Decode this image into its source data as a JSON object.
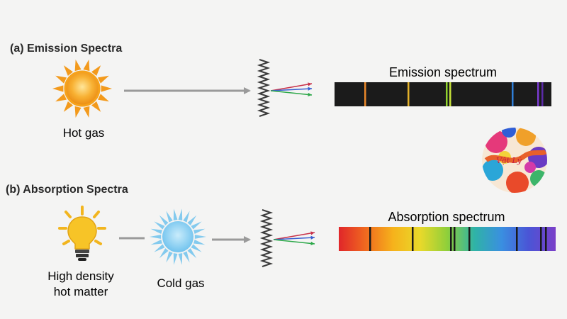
{
  "panel_a": {
    "heading": "(a) Emission Spectra",
    "source_label": "Hot gas",
    "spectrum_label": "Emission spectrum",
    "lines": [
      {
        "color": "#e8872a"
      },
      {
        "color": "#e3b12a"
      },
      {
        "color": "#8fd22c"
      },
      {
        "color": "#c7e33a"
      },
      {
        "color": "#2f7fd8"
      },
      {
        "color": "#7a3bd0"
      },
      {
        "color": "#5b2aa8"
      }
    ]
  },
  "panel_b": {
    "heading": "(b) Absorption Spectra",
    "source_label_line1": "High density",
    "source_label_line2": "hot matter",
    "gas_label": "Cold gas",
    "spectrum_label": "Absorption spectrum",
    "gradient": [
      "#e0262a",
      "#f06a1f",
      "#f6b21b",
      "#e9d92a",
      "#8fcf3a",
      "#2fb3a6",
      "#3a8fe0",
      "#4a55d6",
      "#7a3fc8"
    ],
    "line_count": 8
  },
  "beam_colors": [
    "#c8324a",
    "#3a5fd0",
    "#2da84a"
  ],
  "sun_color": "#f39a1c",
  "cold_color": "#6fc2ec",
  "logo": {
    "text": "Vật Lý"
  }
}
